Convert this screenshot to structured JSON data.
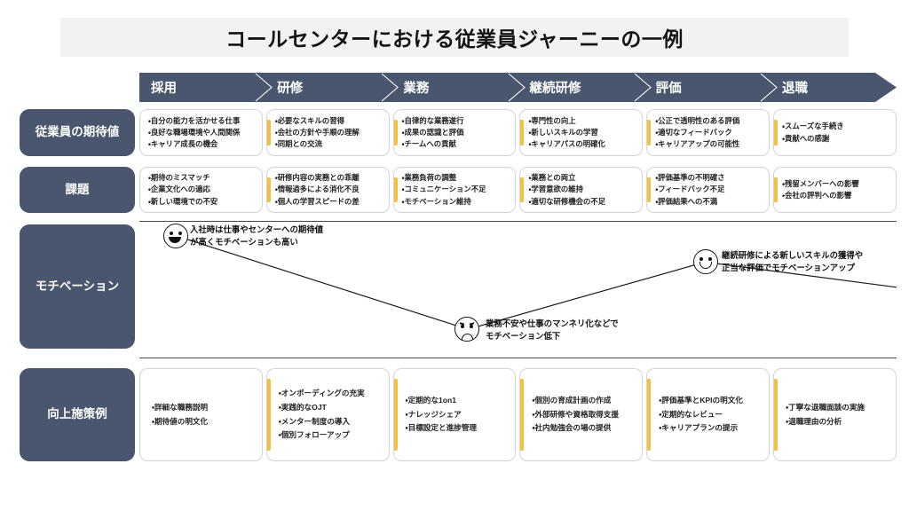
{
  "header": {
    "title": "コールセンターにおける従業員ジャーニーの一例"
  },
  "colors": {
    "stage_bar": "#49566e",
    "row_label": "#49566e",
    "accent": "#f5c03e",
    "title_band": "#f2f2f2",
    "card_border": "#d4d4d4",
    "line": "#4a4a4a"
  },
  "stages": [
    {
      "label": "採用"
    },
    {
      "label": "研修"
    },
    {
      "label": "業務"
    },
    {
      "label": "継続研修"
    },
    {
      "label": "評価"
    },
    {
      "label": "退職"
    }
  ],
  "rows": {
    "expectations": {
      "label": "従業員の\n期待値",
      "cells": [
        {
          "items": [
            "自分の能力を活かせる仕事",
            "良好な職場環境や人間関係",
            "キャリア成長の機会"
          ]
        },
        {
          "items": [
            "必要なスキルの習得",
            "会社の方針や手順の理解",
            "同期との交流"
          ]
        },
        {
          "items": [
            "自律的な業務遂行",
            "成果の認識と評価",
            "チームへの貢献"
          ]
        },
        {
          "items": [
            "専門性の向上",
            "新しいスキルの学習",
            "キャリアパスの明確化"
          ]
        },
        {
          "items": [
            "公正で透明性のある評価",
            "適切なフィードバック",
            "キャリアアップの可能性"
          ]
        },
        {
          "items": [
            "スムーズな手続き",
            "貢献への感謝"
          ]
        }
      ]
    },
    "issues": {
      "label": "課題",
      "cells": [
        {
          "items": [
            "期待のミスマッチ",
            "企業文化への適応",
            "新しい環境での不安"
          ]
        },
        {
          "items": [
            "研修内容の実務との乖離",
            "情報過多による消化不良",
            "個人の学習スピードの差"
          ]
        },
        {
          "items": [
            "業務負荷の調整",
            "コミュニケーション不足",
            "モチベーション維持"
          ]
        },
        {
          "items": [
            "業務との両立",
            "学習意欲の維持",
            "適切な研修機会の不足"
          ]
        },
        {
          "items": [
            "評価基準の不明確さ",
            "フィードバック不足",
            "評価結果への不満"
          ]
        },
        {
          "items": [
            "残留メンバーへの影響",
            "会社の評判への影響"
          ]
        }
      ]
    },
    "motivation": {
      "label": "モチベーション",
      "annotations": [
        {
          "face": "happy-open",
          "text": "入社時は仕事やセンターへの期待値\nが高くモチベーションも高い"
        },
        {
          "face": "sad",
          "text": "業務不安や仕事のマンネリ化などで\nモチベーション低下"
        },
        {
          "face": "happy",
          "text": "継続研修による新しいスキルの獲得や\n正当な評価でモチベーションアップ"
        }
      ]
    },
    "actions": {
      "label": "向上施策例",
      "cells": [
        {
          "items": [
            "詳細な職務説明",
            "期待値の明文化"
          ]
        },
        {
          "items": [
            "オンボーディングの充実",
            "実践的なOJT",
            "メンター制度の導入",
            "個別フォローアップ"
          ]
        },
        {
          "items": [
            "定期的な1on1",
            "ナレッジシェア",
            "目標設定と進捗管理"
          ]
        },
        {
          "items": [
            "個別の育成計画の作成",
            "外部研修や資格取得支援",
            "社内勉強会の場の提供"
          ]
        },
        {
          "items": [
            "評価基準とKPIの明文化",
            "定期的なレビュー",
            "キャリアプランの提示"
          ]
        },
        {
          "items": [
            "丁寧な退職面談の実施",
            "退職理由の分析"
          ]
        }
      ]
    }
  },
  "chart_data": {
    "type": "line",
    "title": "モチベーション",
    "categories": [
      "採用",
      "研修",
      "業務",
      "継続研修",
      "評価",
      "退職"
    ],
    "series": [
      {
        "name": "モチベーション",
        "points": [
          {
            "stage": "採用",
            "x": 35,
            "y": 90
          },
          {
            "stage": "業務",
            "x": 370,
            "y": 22
          },
          {
            "stage": "継続研修",
            "x": 637,
            "y": 70
          },
          {
            "stage": "退職",
            "x": 853,
            "y": 52
          }
        ]
      }
    ],
    "xlabel": "",
    "ylabel": "モチベーション",
    "ylim": [
      0,
      100
    ],
    "grid": false,
    "legend": "none"
  }
}
